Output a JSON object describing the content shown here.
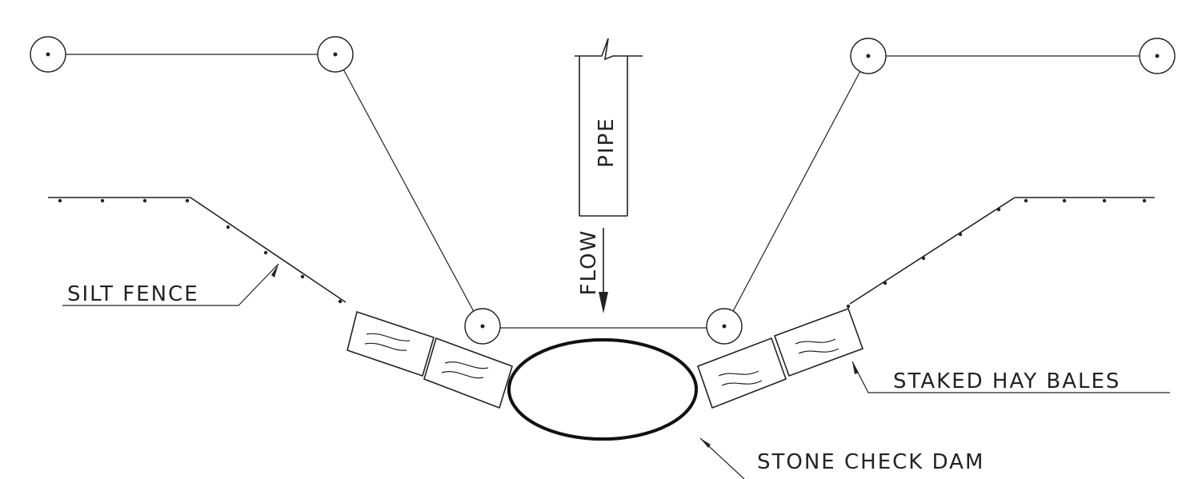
{
  "labels": {
    "pipe": "PIPE",
    "flow": "FLOW",
    "silt_fence": "SILT FENCE",
    "staked_hay_bales": "STAKED HAY BALES",
    "stone_check_dam": "STONE CHECK DAM"
  }
}
